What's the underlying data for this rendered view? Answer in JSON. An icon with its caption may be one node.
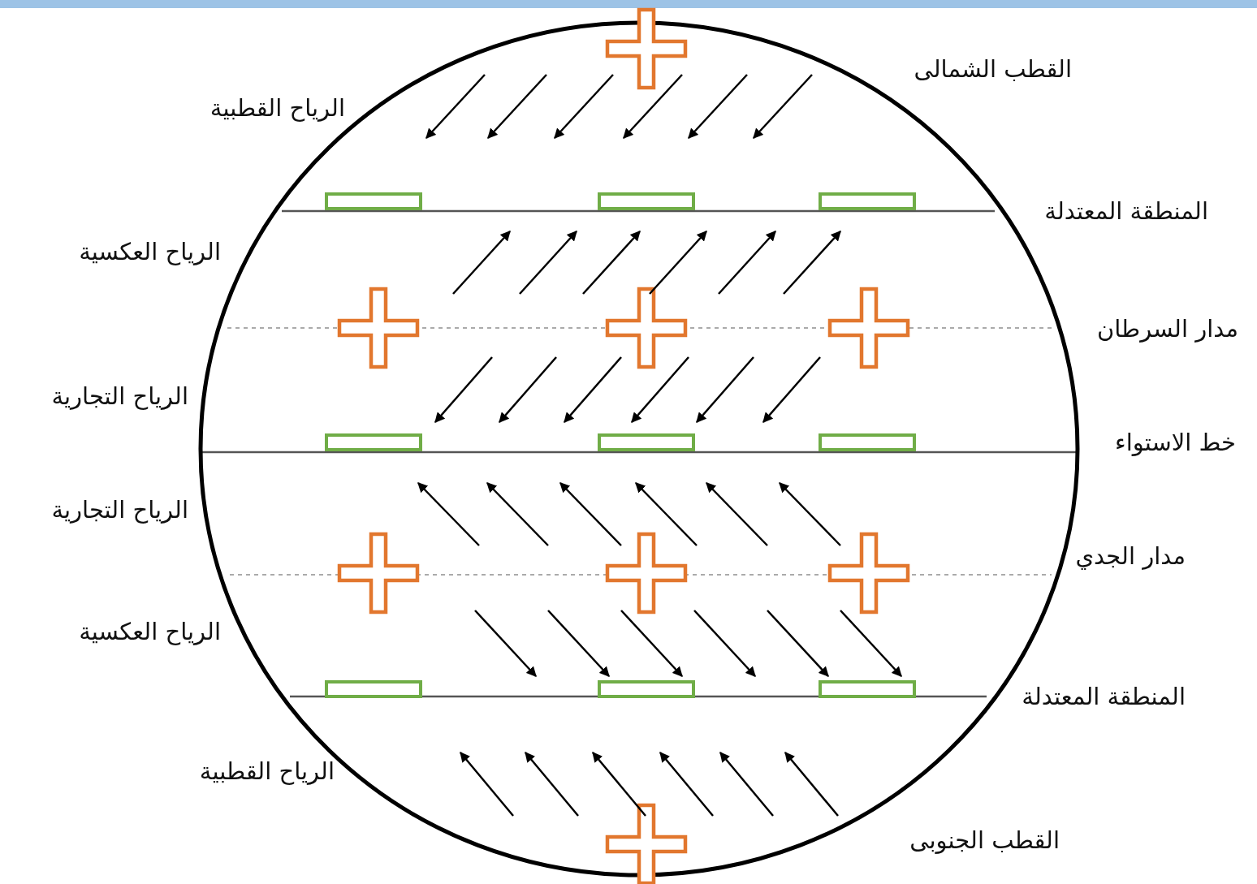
{
  "diagram": {
    "labels": [
      "القطب الشمالى",
      "الرياح القطبية",
      "المنطقة المعتدلة",
      "الرياح العكسية",
      "مدار السرطان",
      "الرياح التجارية",
      "خط الاستواء",
      "الرياح التجارية",
      "مدار الجدي",
      "الرياح العكسية",
      "المنطقة المعتدلة",
      "الرياح القطبية",
      "القطب الجنوبى"
    ]
  }
}
